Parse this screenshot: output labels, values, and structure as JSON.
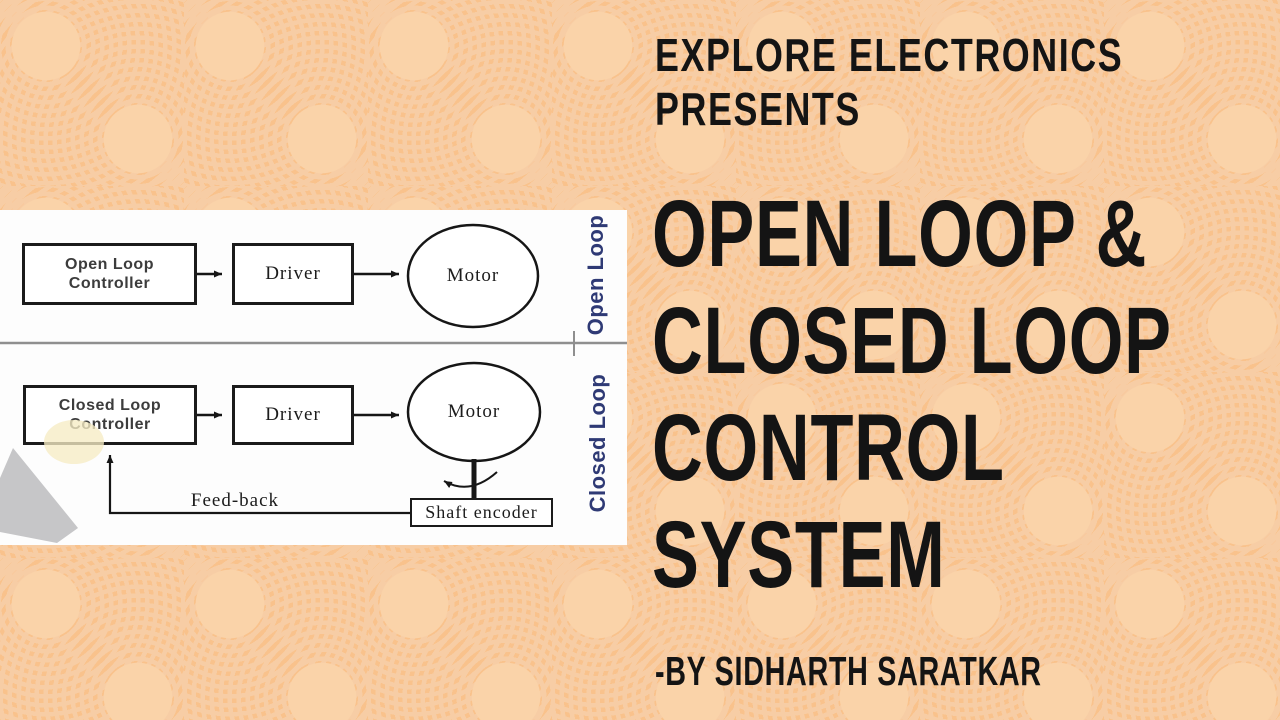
{
  "theme": {
    "background_orange": "#f9c28c",
    "pattern_ring": "#f7cda5",
    "ink_black": "#141414",
    "side_label_blue": "#2f3a75",
    "panel_white": "#fdfdfd",
    "highlight_yellow": "#f6ecc4",
    "wedge_gray": "#c6c6c8"
  },
  "header": {
    "line1": "EXPLORE ELECTRONICS",
    "line2": "PRESENTS"
  },
  "title": {
    "lines": [
      "OPEN LOOP &",
      "CLOSED LOOP",
      "CONTROL",
      "SYSTEM"
    ]
  },
  "author": "-BY SIDHARTH SARATKAR",
  "diagram": {
    "open_loop": {
      "side_label": "Open Loop",
      "controller_line1": "Open Loop",
      "controller_line2": "Controller",
      "driver": "Driver",
      "motor": "Motor"
    },
    "closed_loop": {
      "side_label": "Closed Loop",
      "controller_line1": "Closed Loop",
      "controller_line2": "Controller",
      "driver": "Driver",
      "motor": "Motor",
      "feedback_label": "Feed-back",
      "encoder": "Shaft encoder"
    }
  }
}
